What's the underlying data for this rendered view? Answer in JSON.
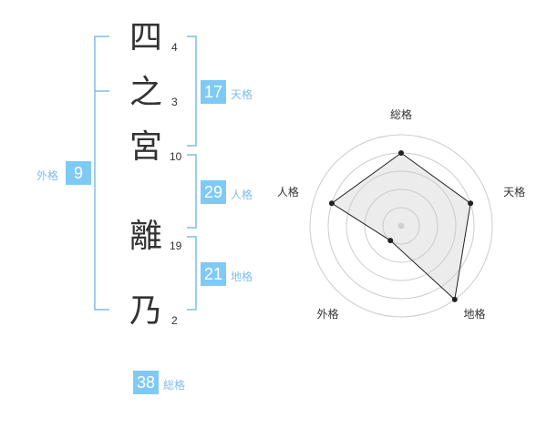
{
  "characters": [
    {
      "char": "四",
      "strokes": "4"
    },
    {
      "char": "之",
      "strokes": "3"
    },
    {
      "char": "宮",
      "strokes": "10"
    },
    {
      "char": "離",
      "strokes": "19"
    },
    {
      "char": "乃",
      "strokes": "2"
    }
  ],
  "scores": {
    "tenkaku": {
      "value": "17",
      "label": "天格"
    },
    "jinkaku": {
      "value": "29",
      "label": "人格"
    },
    "chikaku": {
      "value": "21",
      "label": "地格"
    },
    "gaikaku": {
      "value": "9",
      "label": "外格"
    },
    "soukaku": {
      "value": "38",
      "label": "総格"
    }
  },
  "colors": {
    "accent": "#7fcaf5",
    "bracket": "#7fbde8",
    "text": "#333333"
  },
  "chart_data": {
    "type": "radar",
    "axes": [
      "総格",
      "天格",
      "地格",
      "外格",
      "人格"
    ],
    "values": [
      4,
      4,
      5,
      1,
      4
    ],
    "max": 5
  }
}
